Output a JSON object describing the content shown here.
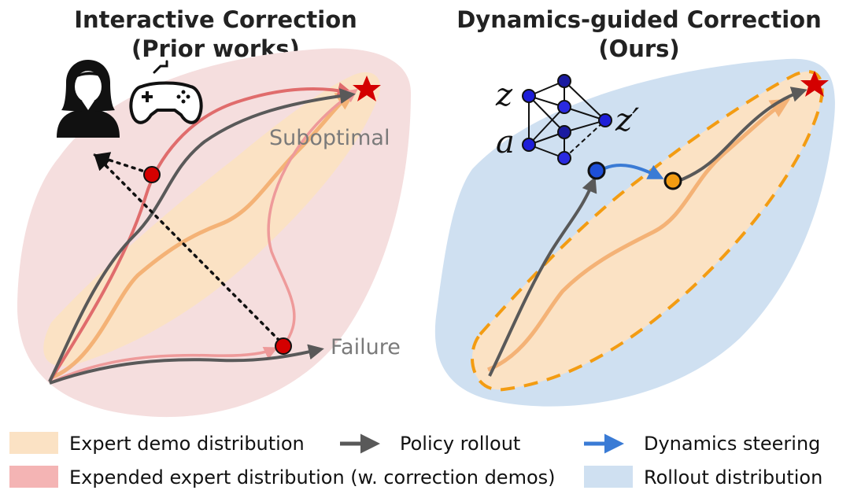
{
  "left_panel": {
    "title_line1": "Interactive Correction",
    "title_line2": "(Prior works)",
    "label_suboptimal": "Suboptimal",
    "label_failure": "Failure",
    "icons": [
      "person-icon",
      "gamepad-icon",
      "star-icon"
    ]
  },
  "right_panel": {
    "title_line1": "Dynamics-guided Correction",
    "title_line2": "(Ours)",
    "graph_label_z": "z",
    "graph_label_a": "a",
    "graph_label_zprime": "z′",
    "icons": [
      "network-graph-icon",
      "star-icon"
    ]
  },
  "legend": {
    "expert_demo": "Expert demo distribution",
    "expended_expert": "Expended expert distribution (w. correction demos)",
    "policy_rollout": "Policy rollout",
    "dynamics_steering": "Dynamics steering",
    "rollout_distribution": "Rollout distribution"
  },
  "colors": {
    "expert_fill": "#fbe2c4",
    "expert_line": "#f2a35c",
    "expended_fill": "#f5dede",
    "correction_line": "#e06c6c",
    "rollout_fill": "#cfe0f1",
    "policy_line": "#595959",
    "steering_line": "#3a7bd5",
    "dashed_border": "#f39c12",
    "node_red": "#d40000",
    "node_blue": "#1e4fd8",
    "node_orange": "#f39c12",
    "star": "#d40000"
  }
}
